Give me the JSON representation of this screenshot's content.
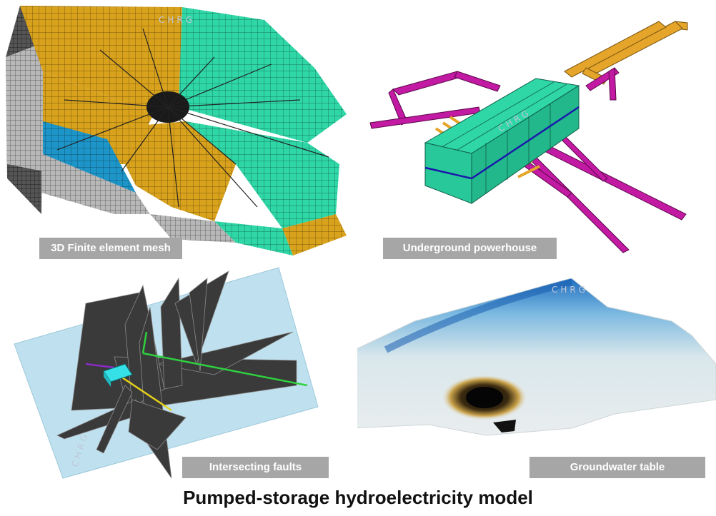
{
  "panels": [
    {
      "id": "mesh",
      "caption": "3D Finite element mesh",
      "watermark": "CHRG"
    },
    {
      "id": "powerhouse",
      "caption": "Underground powerhouse",
      "watermark": "CHRG"
    },
    {
      "id": "faults",
      "caption": "Intersecting faults",
      "watermark": "CHRG"
    },
    {
      "id": "groundwater",
      "caption": "Groundwater table",
      "watermark": "CHRG"
    }
  ],
  "title": "Pumped-storage hydroelectricity model",
  "colors": {
    "mesh_orange": "#d9a21c",
    "mesh_green": "#2fd6a6",
    "mesh_blue": "#1d95c8",
    "mesh_gray": "#b8b8b8",
    "tunnel_magenta": "#c21aa3",
    "tunnel_orange": "#e5a52a",
    "plane_lightblue": "#bfe1ef",
    "fault_dark": "#3a3a3a",
    "caption_bg": "#a6a6a6"
  }
}
